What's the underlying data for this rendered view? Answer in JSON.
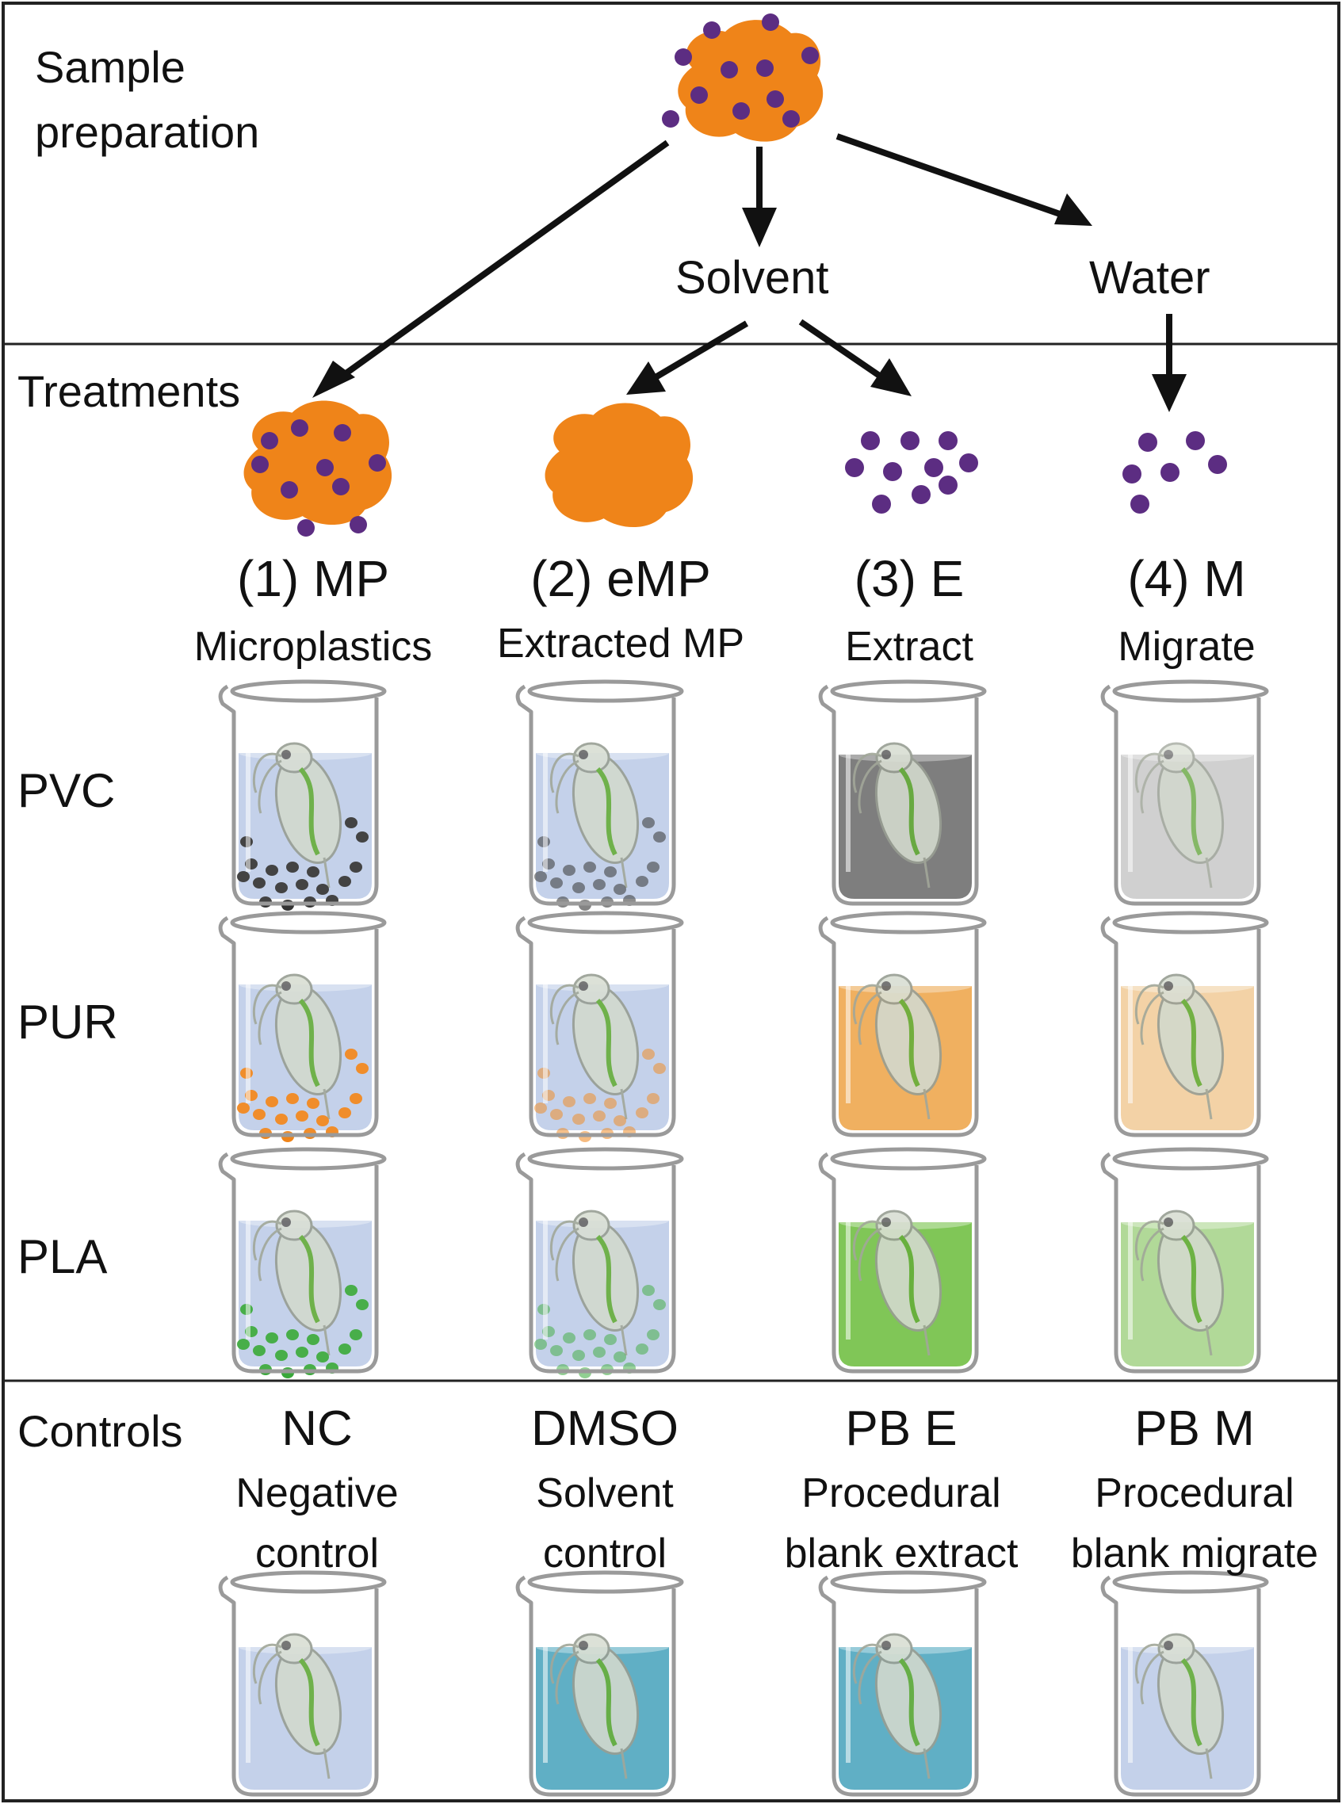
{
  "sections": {
    "sample_preparation": "Sample\npreparation",
    "treatments": "Treatments",
    "controls": "Controls"
  },
  "branches": {
    "solvent": "Solvent",
    "water": "Water"
  },
  "treatments": [
    {
      "code": "(1) MP",
      "name": "Microplastics"
    },
    {
      "code": "(2) eMP",
      "name": "Extracted MP"
    },
    {
      "code": "(3) E",
      "name": "Extract"
    },
    {
      "code": "(4) M",
      "name": "Migrate"
    }
  ],
  "rows": [
    "PVC",
    "PUR",
    "PLA"
  ],
  "controls": [
    {
      "code": "NC",
      "line1": "Negative",
      "line2": "control"
    },
    {
      "code": "DMSO",
      "line1": "Solvent",
      "line2": "control"
    },
    {
      "code": "PB E",
      "line1": "Procedural",
      "line2": "blank extract"
    },
    {
      "code": "PB M",
      "line1": "Procedural",
      "line2": "blank migrate"
    }
  ],
  "colors": {
    "plastic": "#ef8419",
    "chemical": "#5c2d82",
    "water": "#bccbe8",
    "pvc_extract": "#6b6b6b",
    "pvc_migrate": "#c9c9c9",
    "pur_extract": "#eea54a",
    "pur_migrate": "#f1cc9a",
    "pla_extract": "#6fbf3f",
    "pla_migrate": "#a6d48a",
    "dmso": "#4aa4be",
    "pvc_particles": "#333333",
    "pur_particles": "#ef8419",
    "pla_particles": "#39a83a"
  }
}
